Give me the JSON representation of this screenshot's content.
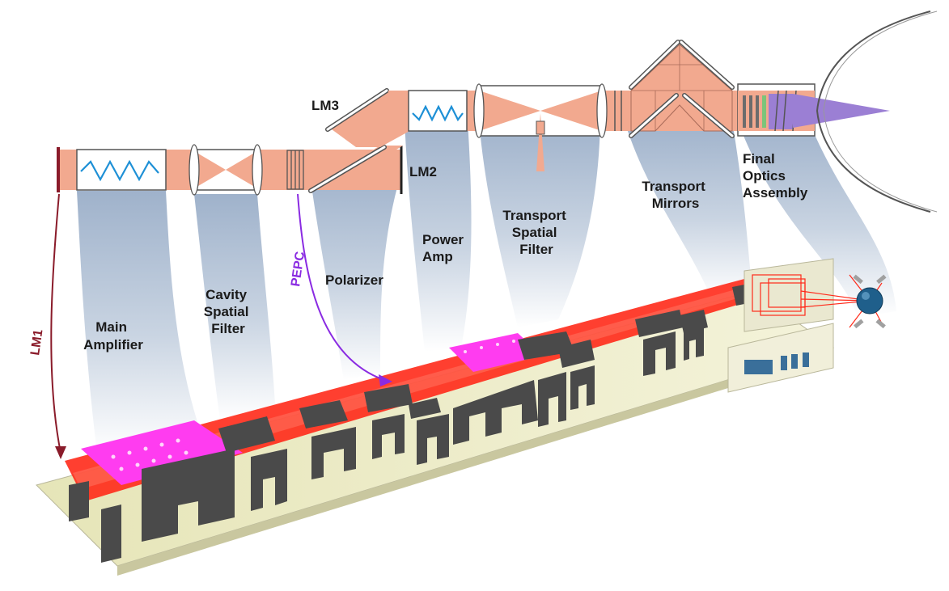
{
  "labels": {
    "lm1": "LM1",
    "lm2": "LM2",
    "lm3": "LM3",
    "pepc": "PEPC",
    "main_amplifier": [
      "Main",
      "Amplifier"
    ],
    "cavity_spatial_filter": [
      "Cavity",
      "Spatial",
      "Filter"
    ],
    "polarizer": "Polarizer",
    "power_amp": [
      "Power",
      "Amp"
    ],
    "transport_spatial_filter": [
      "Transport",
      "Spatial",
      "Filter"
    ],
    "transport_mirrors": [
      "Transport",
      "Mirrors"
    ],
    "final_optics_assembly": [
      "Final",
      "Optics",
      "Assembly"
    ]
  },
  "colors": {
    "beam": "#f2a98f",
    "beam_stroke": "#b06a55",
    "ribbon_top": "#a9b9cf",
    "ribbon_bottom": "#ffffff",
    "laser_red": "#ff2a1a",
    "flashlamp_magenta": "#ff3cf0",
    "floor": "#ecebc4",
    "structure_gray": "#4a4a4a",
    "lm1_arrow": "#8a1b2a",
    "pepc_arrow": "#8a2be2",
    "target_chamber": "#1f5f8b",
    "zigzag": "#1e90d6"
  }
}
